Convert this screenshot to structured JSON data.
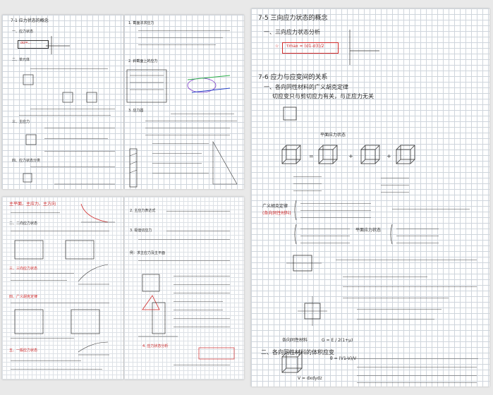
{
  "sheet1": {
    "heading": "7-1 应力状态的概念",
    "items": [
      "一、应力状态",
      "二、单元体",
      "三、主应力",
      "四、应力状态分类"
    ]
  },
  "sheet2": {
    "items": [
      "1. 截面法求应力",
      "2. 斜截面上的应力",
      "3. 应力圆"
    ]
  },
  "sheet3": {
    "red_title": "主平面、主应力、主方向",
    "items": [
      "二、二向应力状态",
      "三、三向应力状态",
      "四、广义胡克定律",
      "五、一般应力状态"
    ]
  },
  "sheet4": {
    "items": [
      "2. 主应力表达式",
      "3. 极值切应力",
      "例：求主应力及主平面",
      "4. 应力状态分析"
    ]
  },
  "sheet5": {
    "title": "7-5 三向应力状态的概念",
    "subtitle": "一、三向应力状态分析",
    "formula_red": "τmax = (σ1-σ3)/2",
    "section2": "7-6 应力与应变间的关系",
    "section2_sub": "一、各向同性材料的广义胡克定律",
    "section2_note": "切应变只与剪切应力有关，与正应力无关",
    "label_plane": "平面应力状态",
    "hooke_title": "广义胡克定律",
    "hooke_red": "(各向同性材料)",
    "strain_label": "平面应力状态",
    "relation_label": "各向同性材料",
    "g_relation": "G = E / 2(1+μ)",
    "volume_title": "二、各向同性材料的体积应变",
    "theta_formula": "θ = (V1-V)/V",
    "bottom_label": "V = dxdydz"
  }
}
